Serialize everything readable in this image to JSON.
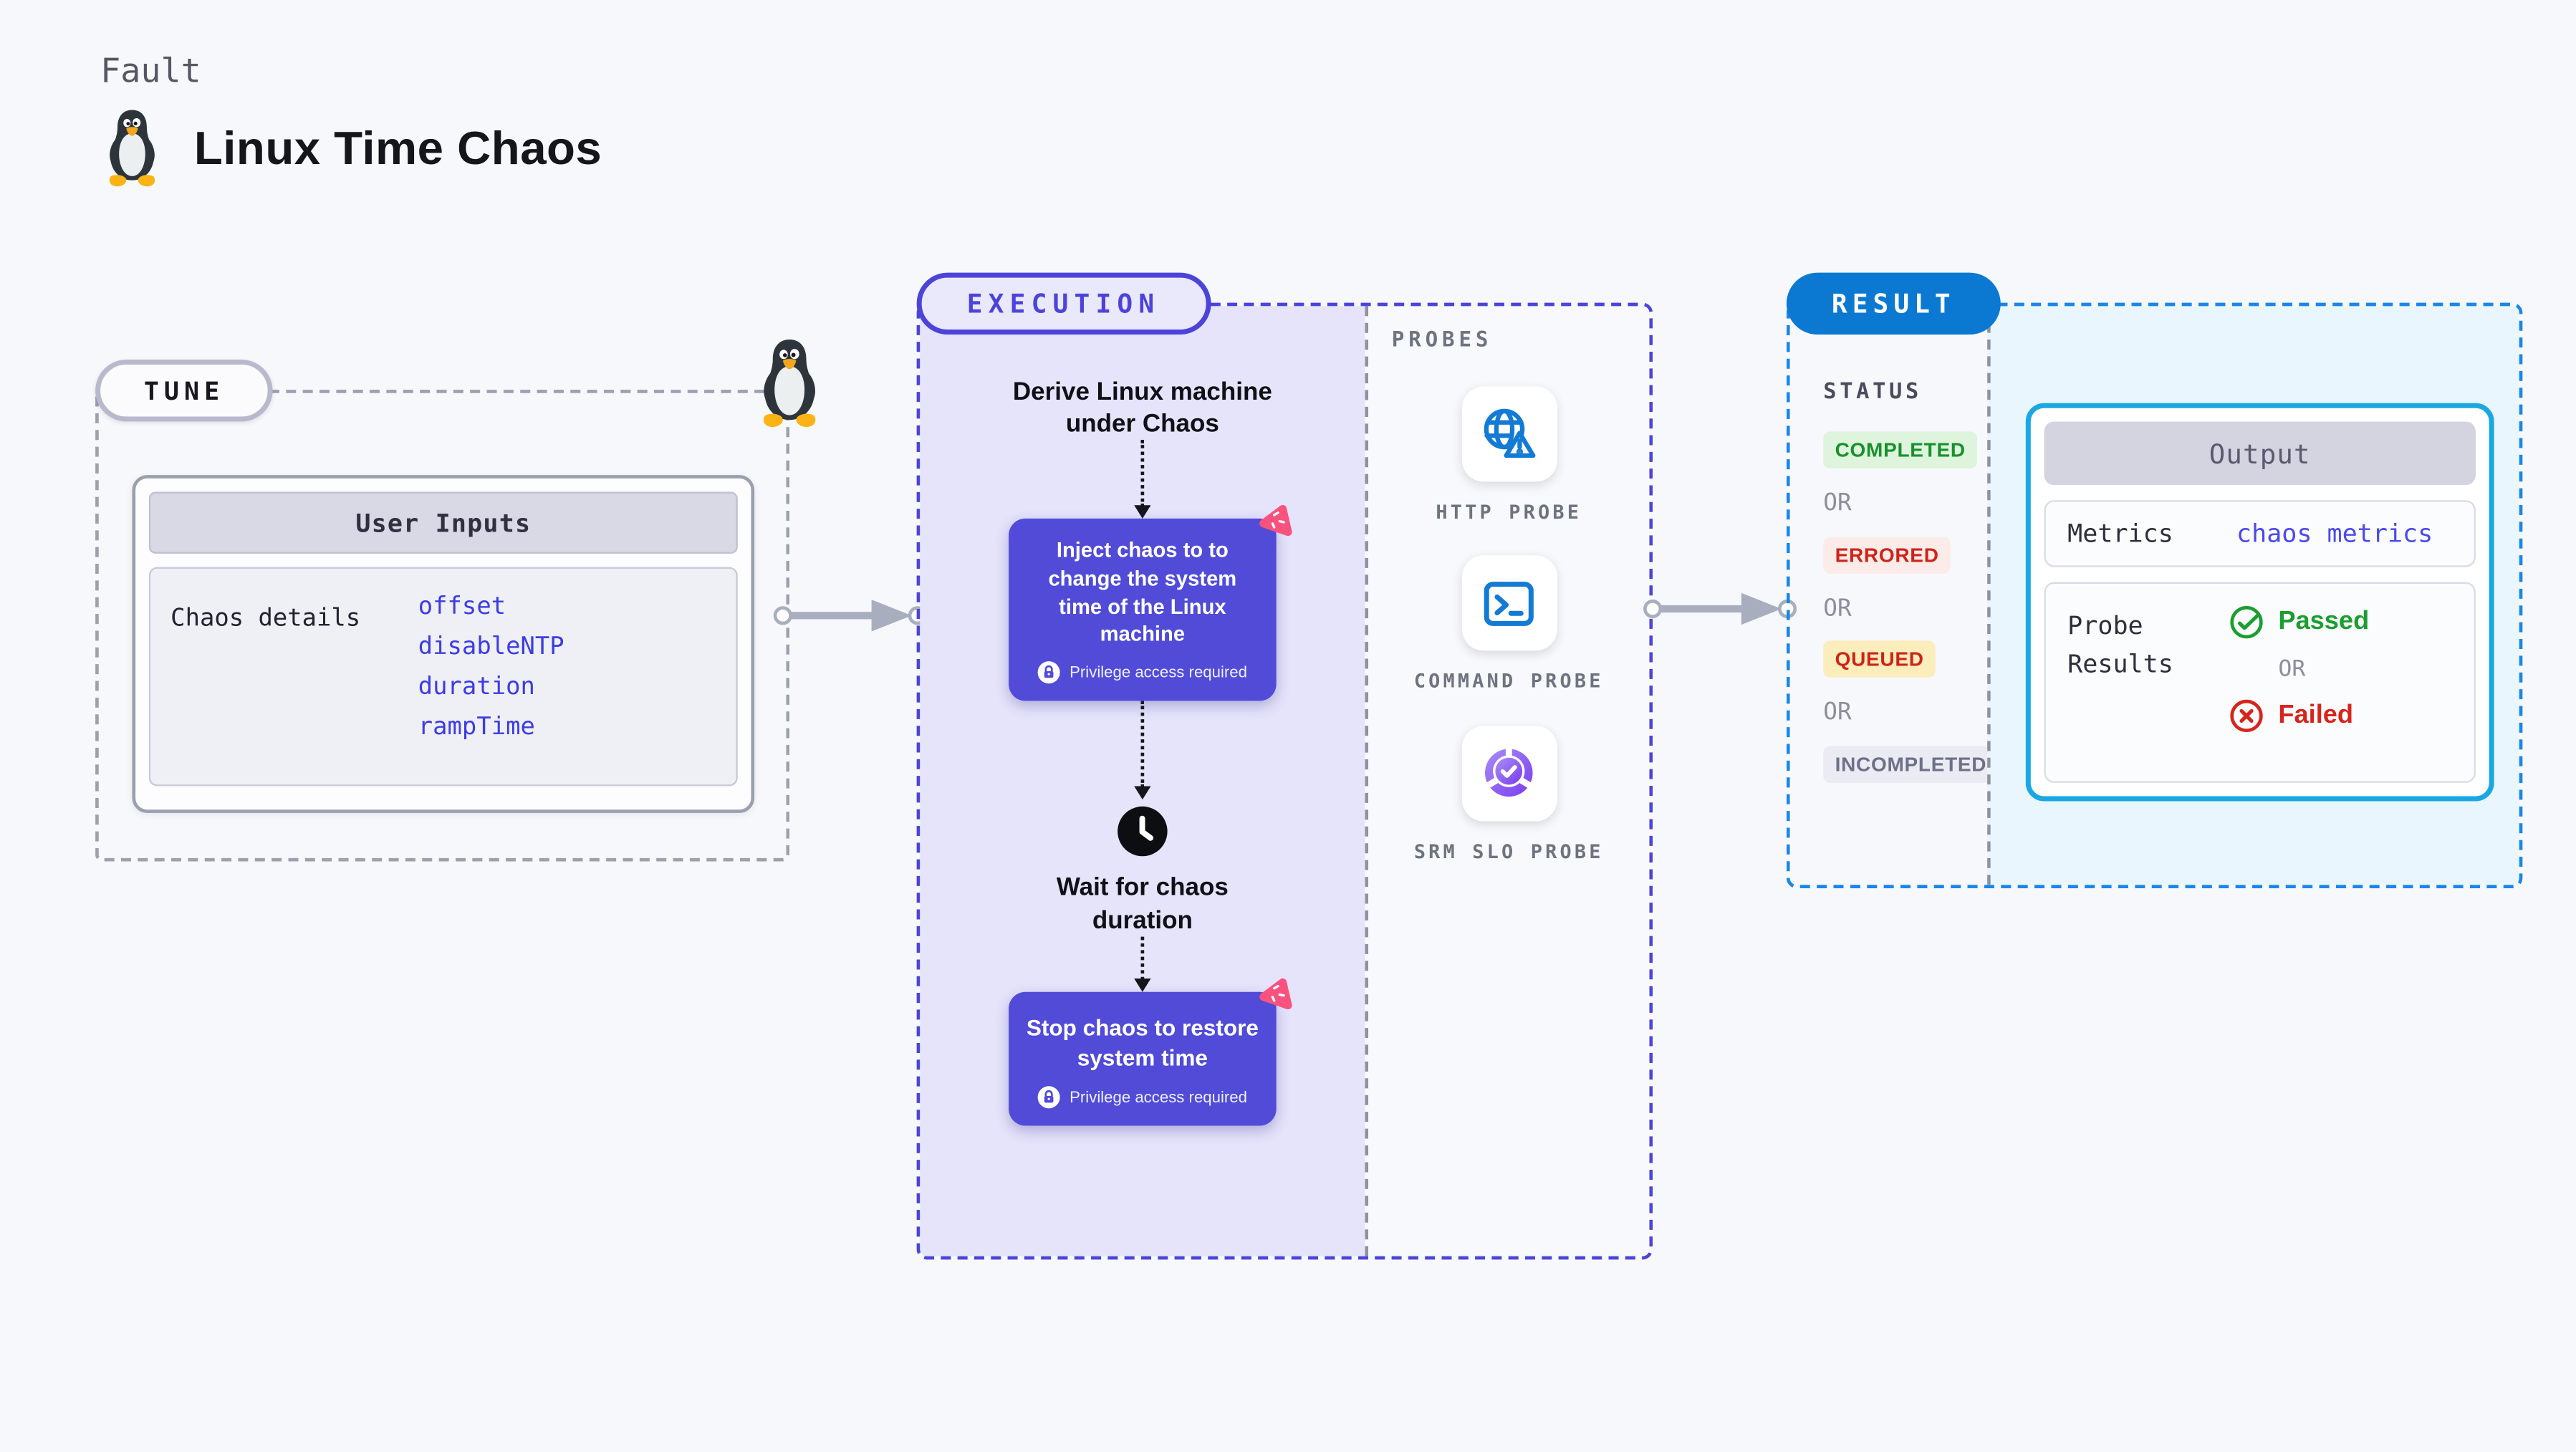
{
  "header": {
    "kicker": "Fault",
    "title": "Linux Time Chaos"
  },
  "tune": {
    "pill": "TUNE",
    "card_header": "User Inputs",
    "row_label": "Chaos details",
    "values": [
      "offset",
      "disableNTP",
      "duration",
      "rampTime"
    ]
  },
  "execution": {
    "pill": "EXECUTION",
    "derive": "Derive Linux machine under Chaos",
    "inject": "Inject chaos to to change the system time of the Linux machine",
    "privilege": "Privilege access required",
    "wait": "Wait for chaos duration",
    "stop": "Stop chaos to restore system time"
  },
  "probes": {
    "label": "PROBES",
    "items": [
      {
        "label": "HTTP PROBE",
        "icon": "globe-alert-icon"
      },
      {
        "label": "COMMAND PROBE",
        "icon": "terminal-icon"
      },
      {
        "label": "SRM SLO PROBE",
        "icon": "slo-donut-icon"
      }
    ]
  },
  "result": {
    "pill": "RESULT",
    "status_label": "STATUS",
    "or_label": "OR",
    "statuses": [
      {
        "label": "COMPLETED",
        "text_color": "#18912c",
        "bg_color": "#def4dd"
      },
      {
        "label": "ERRORED",
        "text_color": "#cf2318",
        "bg_color": "#fcece9"
      },
      {
        "label": "QUEUED",
        "text_color": "#cf2318",
        "bg_color": "#fceebc"
      },
      {
        "label": "INCOMPLETED",
        "text_color": "#6d7089",
        "bg_color": "#ebebf3"
      }
    ],
    "output": {
      "header": "Output",
      "metrics_label": "Metrics",
      "metrics_value": "chaos metrics",
      "probe_results_label": "Probe Results",
      "passed": "Passed",
      "or": "OR",
      "failed": "Failed"
    }
  },
  "colors": {
    "canvas_bg": "#f7f8fb",
    "accent_indigo": "#4c44da",
    "node_indigo": "#514bd8",
    "lavender_fill": "#e5e4fa",
    "result_blue": "#0b79d2",
    "result_dash_blue": "#1b86e8",
    "output_border_cyan": "#1ba7e2",
    "cyan_fill": "#e9f6fd",
    "arrow_gray": "#a9aebf",
    "probe_icon_blue": "#137bd4",
    "slo_purple": "#7a3bed",
    "chaos_pink": "#f9527f",
    "passed_green": "#1b9e30",
    "failed_red": "#d6251c"
  }
}
